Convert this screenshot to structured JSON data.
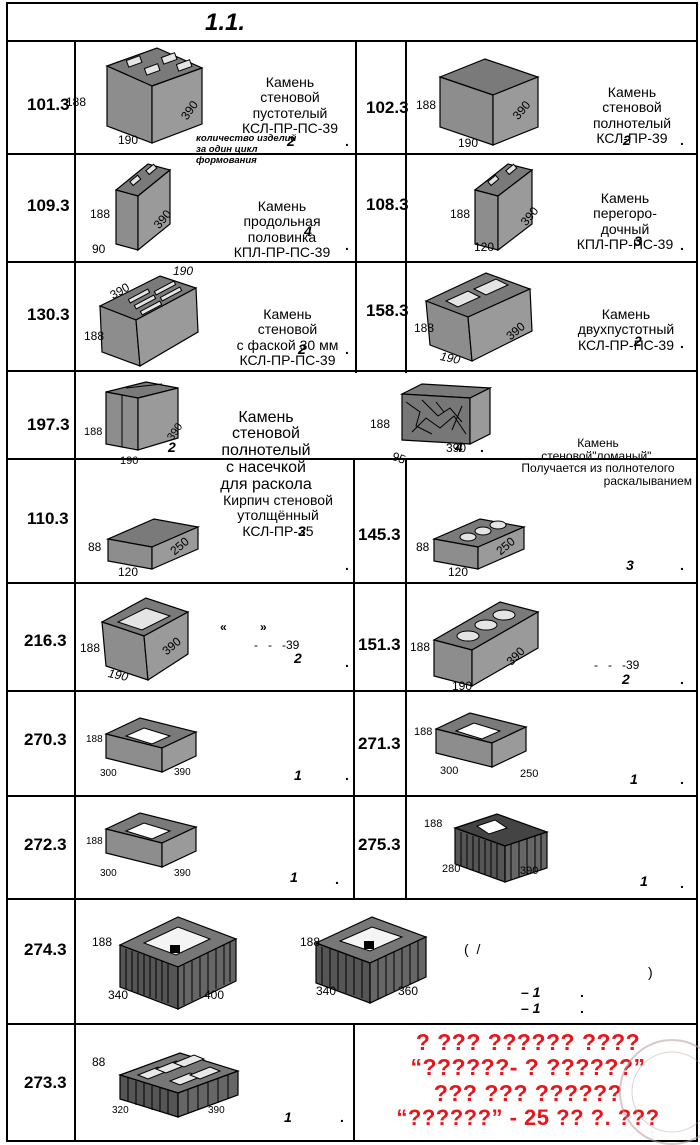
{
  "title": "1.1.",
  "rows": [
    {
      "left": {
        "code": "101.3",
        "name": [
          "Камень",
          "стеновой",
          "пустотелый",
          "КСЛ-ПР-ПС-39"
        ],
        "note": [
          "количество изделий",
          "за один цикл",
          "формования"
        ],
        "qty": "2",
        "dims": [
          "188",
          "190",
          "390"
        ]
      },
      "right": {
        "code": "102.3",
        "name": [
          "Камень",
          "стеновой",
          "полнотелый",
          "КСЛ-ПР-39"
        ],
        "qty": "2",
        "dims": [
          "188",
          "190",
          "390"
        ]
      }
    },
    {
      "left": {
        "code": "109.3",
        "name": [
          "Камень",
          "продольная",
          "половинка",
          "КПЛ-ПР-ПС-39"
        ],
        "qty": "4",
        "dims": [
          "188",
          "90",
          "390"
        ]
      },
      "right": {
        "code": "108.3",
        "name": [
          "Камень",
          "перегоро-",
          "дочный",
          "КПЛ-ПР-ПС-39"
        ],
        "qty": "3",
        "dims": [
          "188",
          "120",
          "390"
        ]
      }
    },
    {
      "left": {
        "code": "130.3",
        "name": [
          "Камень",
          "стеновой",
          "с фаской 30 мм",
          "КСЛ-ПР-ПС-39"
        ],
        "qty": "2",
        "dims": [
          "188",
          "190",
          "390"
        ]
      },
      "right": {
        "code": "158.3",
        "name": [
          "Камень",
          "двухпустотный",
          "КСЛ-ПР-ПС-39"
        ],
        "qty": "2",
        "dims": [
          "188",
          "190",
          "390"
        ]
      }
    },
    {
      "left": {
        "code": "197.3",
        "name": [
          "Камень",
          "стеновой",
          "полнотелый",
          "с насечкой",
          "для раскола"
        ],
        "qty": "2",
        "dims": [
          "188",
          "190",
          "390"
        ]
      },
      "right": {
        "name": [
          "Камень",
          "стеновой\"ломаный\".",
          "Получается из полнотелого",
          "раскалыванием"
        ],
        "qty": "4",
        "dims": [
          "188",
          "95",
          "390"
        ]
      }
    },
    {
      "left": {
        "code": "110.3",
        "name": [
          "Кирпич стеновой",
          "утолщённый",
          "КСЛ-ПР-25"
        ],
        "qty": "3",
        "dims": [
          "88",
          "120",
          "250"
        ]
      },
      "right": {
        "code": "145.3",
        "qty": "3",
        "dims": [
          "88",
          "120",
          "250"
        ]
      }
    },
    {
      "left": {
        "code": "216.3",
        "name": [
          "«          »",
          "-   -   -39"
        ],
        "qty": "2",
        "dims": [
          "188",
          "190",
          "390"
        ]
      },
      "right": {
        "code": "151.3",
        "name": [
          "-   -   -39"
        ],
        "qty": "2",
        "dims": [
          "188",
          "190",
          "390"
        ]
      }
    },
    {
      "left": {
        "code": "270.3",
        "qty": "1",
        "dims": [
          "188",
          "300",
          "390"
        ]
      },
      "right": {
        "code": "271.3",
        "qty": "1",
        "dims": [
          "188",
          "300",
          "250"
        ]
      }
    },
    {
      "left": {
        "code": "272.3",
        "qty": "1",
        "dims": [
          "188",
          "300",
          "390"
        ]
      },
      "right": {
        "code": "275.3",
        "qty": "1",
        "dims": [
          "188",
          "280",
          "390"
        ]
      }
    },
    {
      "code": "274.3",
      "dims_a": [
        "188",
        "340",
        "400"
      ],
      "dims_b": [
        "188",
        "340",
        "360"
      ],
      "paren_open": "(  /",
      "paren_close": ")",
      "qty_lines": [
        "– 1",
        "– 1"
      ]
    },
    {
      "code": "273.3",
      "qty": "1",
      "dims": [
        "88",
        "320",
        "390"
      ]
    }
  ],
  "stamp": [
    "? ??? ?????? ????",
    "“??????- ? ??????”",
    "??? ??? ??????",
    "“??????” - 25 ?? ?. ???"
  ],
  "dot": "."
}
